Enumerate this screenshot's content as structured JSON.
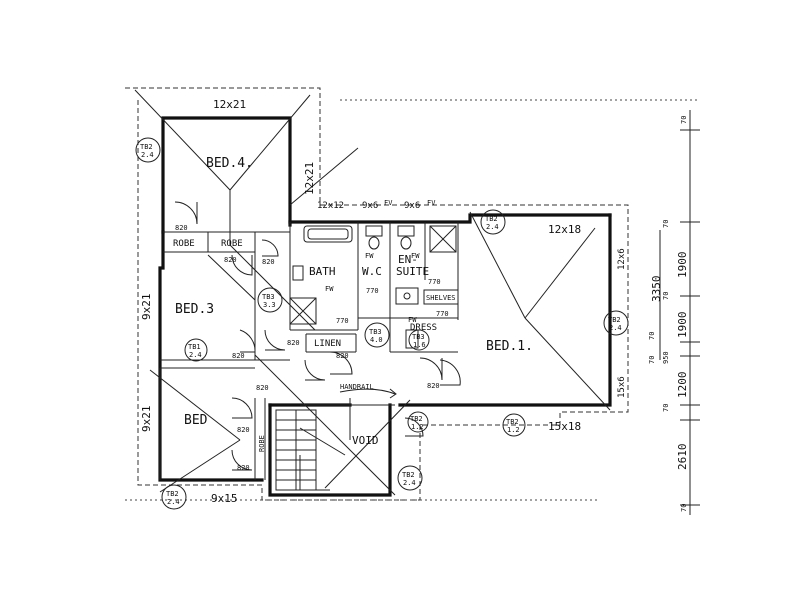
{
  "rooms": {
    "bed4": "BED.4.",
    "bed3": "BED.3",
    "bed": "BED",
    "bed1": "BED.1.",
    "bath": "BATH",
    "wc": "W.C",
    "en": "EN-",
    "suite": "SUITE",
    "robe1": "ROBE",
    "robe2": "ROBE",
    "robe_v": "ROBE",
    "linen": "LINEN",
    "dress": "DRESS",
    "shelves": "SHELVES",
    "void": "VOID",
    "handrail": "HANDRAIL"
  },
  "dimensions": {
    "d_12x21_top": "12x21",
    "d_12x21_side": "12x21",
    "d_12x12": "12x12",
    "d_9x6_a": "9x6",
    "d_9x6_b": "9x6",
    "fw_suffix_a": "FV",
    "fw_suffix_b": "FV",
    "d_12x18": "12x18",
    "d_12x6": "12x6",
    "d_9x21_a": "9x21",
    "d_9x21_b": "9x21",
    "d_15x6": "15x6",
    "d_15x18": "15x18",
    "d_9x15": "9x15"
  },
  "tags": {
    "tb2_top_left": [
      "TB2",
      "2.4"
    ],
    "tb2_middle": [
      "TB2",
      "2.4"
    ],
    "tb2_right": [
      "TB2",
      "2.4"
    ],
    "tb1": [
      "TB1",
      "2.4"
    ],
    "tb3_left": [
      "TB3",
      "3.3"
    ],
    "tb3_center": [
      "TB3",
      "4.0"
    ],
    "tb3_dress": [
      "TB3",
      "1.6"
    ],
    "tb2_bottom_left": [
      "TB2",
      "2.4"
    ],
    "tb2_bottom_mid": [
      "TB2",
      "2.4"
    ],
    "tb2_lower_a": [
      "TB2",
      "1.2"
    ],
    "tb2_lower_b": [
      "TB2",
      "1.2"
    ]
  },
  "doors": {
    "d1": "820",
    "d2": "820",
    "d3": "820",
    "d4": "820",
    "d5": "820",
    "d6": "820",
    "d7": "820",
    "d8": "820",
    "d9": "820",
    "d10": "820",
    "d11": "770",
    "d12": "770",
    "d13": "770",
    "d14": "770"
  },
  "fixture_marks": {
    "fw1": "FW",
    "fw2": "FW",
    "fw3": "FW",
    "fw4": "FW"
  },
  "scale": {
    "s_70_top": "70",
    "s_70_a": "70",
    "s_1900_a": "1900",
    "s_3350": "3350",
    "s_70_b": "70",
    "s_1900_b": "1900",
    "s_70_c": "70",
    "s_70_d": "70",
    "s_950": "950",
    "s_1200": "1200",
    "s_70_e": "70",
    "s_2610": "2610",
    "s_70_f": "70"
  }
}
